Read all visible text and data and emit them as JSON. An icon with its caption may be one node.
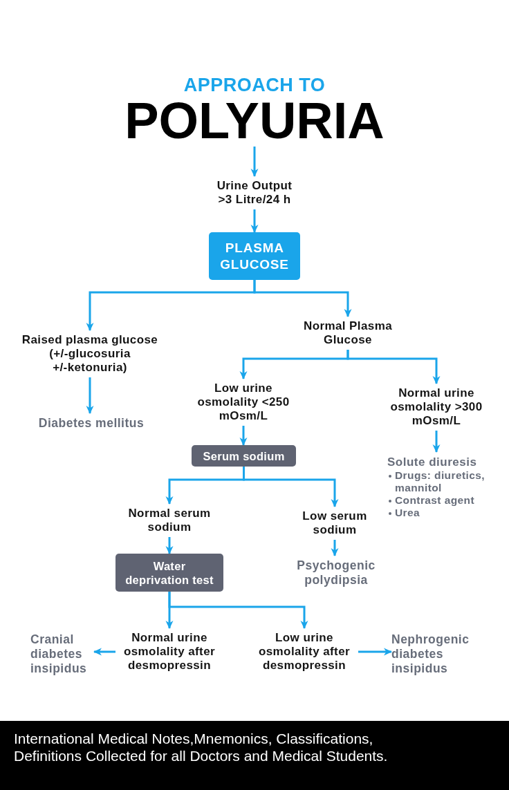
{
  "diagram": {
    "nodes": [
      {
        "text": [
          "APPROACH TO",
          "POLYURIA"
        ]
      },
      {
        "text": [
          "Urine Output >3 Litre/24 h"
        ]
      },
      {
        "text": [
          "PLASMA GLUCOSE"
        ]
      },
      {
        "text": [
          "Raised plasma glucose (+/-glucosuria +/-ketonuria)"
        ]
      },
      {
        "text": [
          "Normal Plasma Glucose"
        ]
      },
      {
        "text": [
          "Diabetes mellitus"
        ]
      },
      {
        "text": [
          "Low urine osmolality <250 mOsm/L"
        ]
      },
      {
        "text": [
          "Normal urine osmolality >300 mOsm/L"
        ]
      },
      {
        "text": [
          "Serum sodium"
        ]
      },
      {
        "text": [
          "Solute diuresis",
          "Drugs: diuretics, mannitol",
          "Contrast agent",
          "Urea"
        ]
      },
      {
        "text": [
          "Normal serum sodium"
        ]
      },
      {
        "text": [
          "Low serum sodium"
        ]
      },
      {
        "text": [
          "Water deprivation test"
        ]
      },
      {
        "text": [
          "Psychogenic polydipsia"
        ]
      },
      {
        "text": [
          "Normal urine osmolality after desmopressin"
        ]
      },
      {
        "text": [
          "Low urine osmolality after desmopressin"
        ]
      },
      {
        "text": [
          "Cranial diabetes insipidus"
        ]
      },
      {
        "text": [
          "Nephrogenic diabetes insipidus"
        ]
      }
    ],
    "edges": [
      {
        "from": 0,
        "to": 1,
        "arrow": "to"
      },
      {
        "from": 1,
        "to": 2,
        "arrow": "to"
      },
      {
        "from": 2,
        "to": 3,
        "arrow": "to"
      },
      {
        "from": 2,
        "to": 4,
        "arrow": "to"
      },
      {
        "from": 3,
        "to": 5,
        "arrow": "to"
      },
      {
        "from": 4,
        "to": 6,
        "arrow": "to"
      },
      {
        "from": 4,
        "to": 7,
        "arrow": "to"
      },
      {
        "from": 6,
        "to": 8,
        "arrow": "to"
      },
      {
        "from": 7,
        "to": 9,
        "arrow": "to"
      },
      {
        "from": 8,
        "to": 10,
        "arrow": "to"
      },
      {
        "from": 8,
        "to": 11,
        "arrow": "to"
      },
      {
        "from": 10,
        "to": 12,
        "arrow": "to"
      },
      {
        "from": 11,
        "to": 13,
        "arrow": "to"
      },
      {
        "from": 12,
        "to": 14,
        "arrow": "to"
      },
      {
        "from": 12,
        "to": 15,
        "arrow": "to"
      },
      {
        "from": 14,
        "to": 16,
        "arrow": "to"
      },
      {
        "from": 15,
        "to": 17,
        "arrow": "to"
      }
    ],
    "labels": [
      "International Medical Notes,Mnemonics, Classifications, Definitions Collected for all Doctors and Medical Students."
    ]
  }
}
